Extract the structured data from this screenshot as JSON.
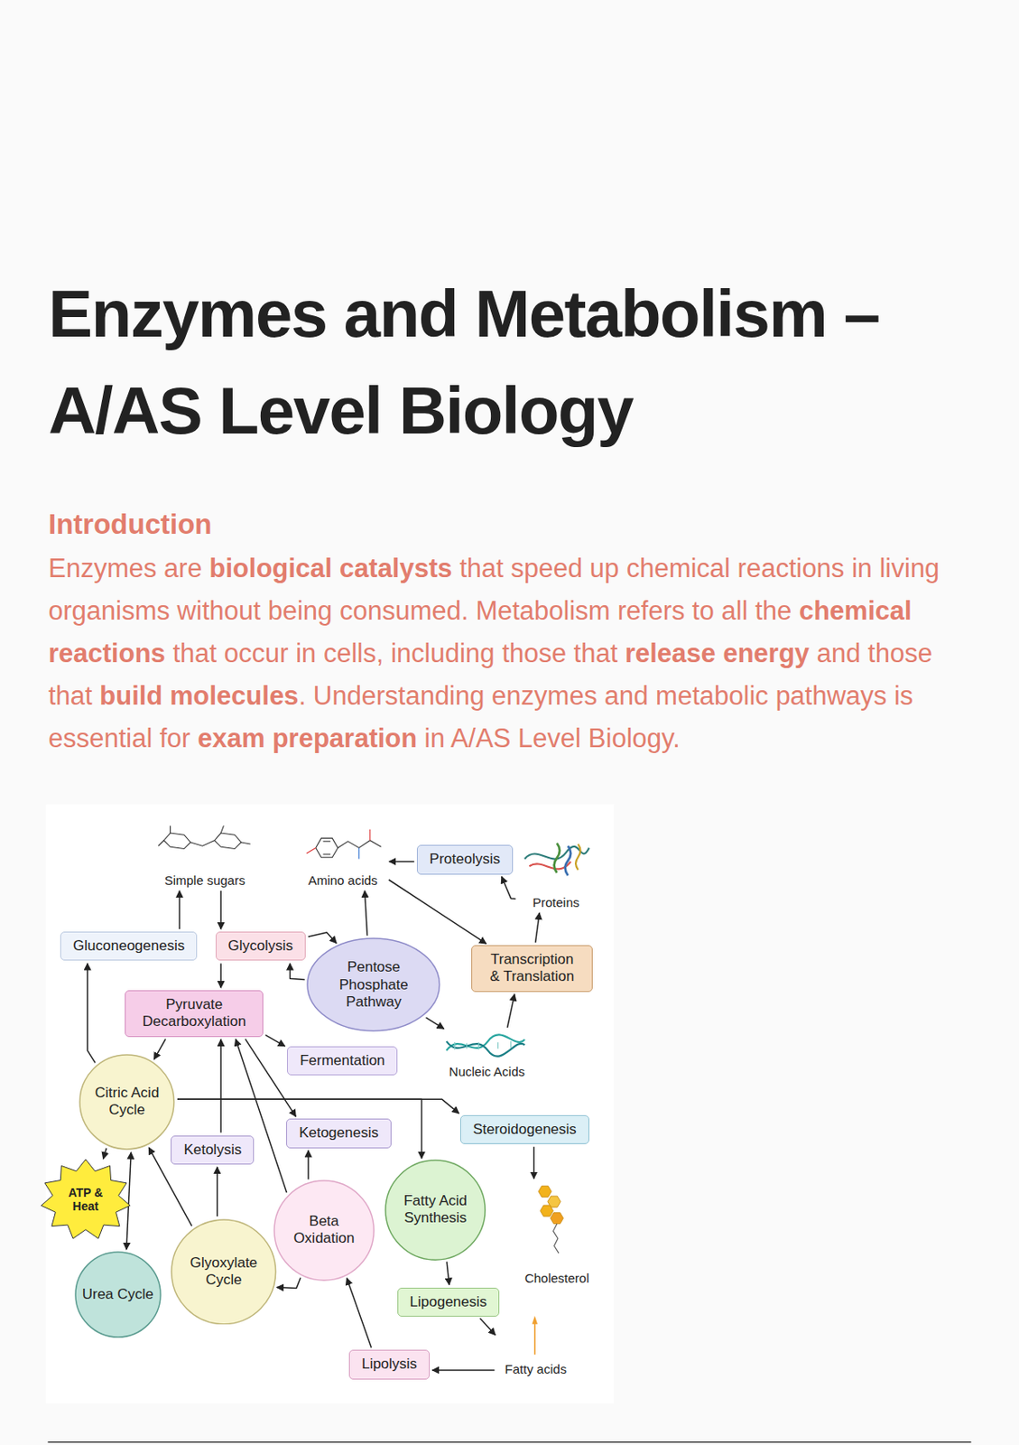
{
  "diagram": {
    "title": "Enzymes and Metabolism – A/AS Level Biology",
    "nodes": [
      {
        "text": [
          "Simple sugars"
        ]
      },
      {
        "text": [
          "Amino acids"
        ]
      },
      {
        "text": [
          "Proteolysis"
        ]
      },
      {
        "text": [
          "Proteins"
        ]
      },
      {
        "text": [
          "Gluconeogenesis"
        ]
      },
      {
        "text": [
          "Glycolysis"
        ]
      },
      {
        "text": [
          "Pentose Phosphate Pathway"
        ]
      },
      {
        "text": [
          "Transcription & Translation"
        ]
      },
      {
        "text": [
          "Pyruvate Decarboxylation"
        ]
      },
      {
        "text": [
          "Fermentation"
        ]
      },
      {
        "text": [
          "Nucleic Acids"
        ]
      },
      {
        "text": [
          "Citric Acid Cycle"
        ]
      },
      {
        "text": [
          "Steroidogenesis"
        ]
      },
      {
        "text": [
          "Ketogenesis"
        ]
      },
      {
        "text": [
          "Ketolysis"
        ]
      },
      {
        "text": [
          "ATP & Heat"
        ]
      },
      {
        "text": [
          "Beta Oxidation"
        ]
      },
      {
        "text": [
          "Fatty Acid Synthesis"
        ]
      },
      {
        "text": [
          "Cholesterol"
        ]
      },
      {
        "text": [
          "Glyoxylate Cycle"
        ]
      },
      {
        "text": [
          "Urea Cycle"
        ]
      },
      {
        "text": [
          "Lipogenesis"
        ]
      },
      {
        "text": [
          "Lipolysis"
        ]
      },
      {
        "text": [
          "Fatty acids"
        ]
      }
    ],
    "edges": [
      {
        "from": 4,
        "to": 0,
        "arrow": "to"
      },
      {
        "from": 0,
        "to": 5,
        "arrow": "to"
      },
      {
        "from": 2,
        "to": 1,
        "arrow": "to"
      },
      {
        "from": 3,
        "to": 2,
        "arrow": "to"
      },
      {
        "from": 1,
        "to": 7,
        "arrow": "to"
      },
      {
        "from": 7,
        "to": 3,
        "arrow": "to"
      },
      {
        "from": 6,
        "to": 1,
        "arrow": "to"
      },
      {
        "from": 5,
        "to": 6,
        "arrow": "to"
      },
      {
        "from": 6,
        "to": 5,
        "arrow": "to"
      },
      {
        "from": 6,
        "to": 10,
        "arrow": "to"
      },
      {
        "from": 10,
        "to": 7,
        "arrow": "to"
      },
      {
        "from": 5,
        "to": 8,
        "arrow": "to"
      },
      {
        "from": 8,
        "to": 9,
        "arrow": "to"
      },
      {
        "from": 8,
        "to": 11,
        "arrow": "to"
      },
      {
        "from": 11,
        "to": 4,
        "arrow": "to"
      },
      {
        "from": 14,
        "to": 8,
        "arrow": "to"
      },
      {
        "from": 8,
        "to": 13,
        "arrow": "to"
      },
      {
        "from": 16,
        "to": 8,
        "arrow": "to"
      },
      {
        "from": 11,
        "to": 12,
        "arrow": "to"
      },
      {
        "from": 11,
        "to": 17,
        "arrow": "to"
      },
      {
        "from": 16,
        "to": 13,
        "arrow": "to"
      },
      {
        "from": 11,
        "to": 15,
        "arrow": "to"
      },
      {
        "from": 11,
        "to": 20,
        "arrow": "both"
      },
      {
        "from": 19,
        "to": 11,
        "arrow": "to"
      },
      {
        "from": 19,
        "to": 14,
        "arrow": "to"
      },
      {
        "from": 16,
        "to": 19,
        "arrow": "to"
      },
      {
        "from": 12,
        "to": 18,
        "arrow": "to"
      },
      {
        "from": 17,
        "to": 21,
        "arrow": "to"
      },
      {
        "from": 21,
        "to": 23,
        "arrow": "to"
      },
      {
        "from": 23,
        "to": 22,
        "arrow": "to"
      },
      {
        "from": 22,
        "to": 16,
        "arrow": "to"
      }
    ],
    "labels": [
      "Introduction",
      "Enzymes are",
      "biological catalysts",
      "that speed up chemical reactions in living organisms without being consumed. Metabolism refers to all the",
      "chemical reactions",
      "that occur in cells, including those that",
      "release energy",
      "and those that",
      "build molecules",
      ". Understanding enzymes and metabolic pathways is essential for",
      "exam preparation",
      "in A/AS Level Biology."
    ]
  }
}
